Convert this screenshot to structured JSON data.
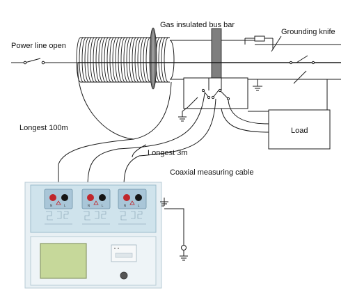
{
  "labels": {
    "gas_insulated_bus_bar": "Gas insulated bus bar",
    "grounding_knife": "Grounding knife",
    "power_line_open": "Power line open",
    "longest_100m": "Longest 100m",
    "load": "Load",
    "longest_3m": "Longest 3m",
    "coaxial_measuring_cable": "Coaxial measuring cable"
  },
  "instrument": {
    "terminal_marks": [
      "N",
      "L",
      "N",
      "L",
      "N",
      "L"
    ]
  },
  "colors": {
    "line": "#1a1a1a",
    "panel": "#cfe3ec",
    "panel_border": "#9bbccb",
    "terminal_module": "#a9c6d8",
    "socket_red": "#c0262b",
    "socket_black": "#151515",
    "screen": "#c6d89a",
    "bus_block": "#7f7f7f"
  }
}
